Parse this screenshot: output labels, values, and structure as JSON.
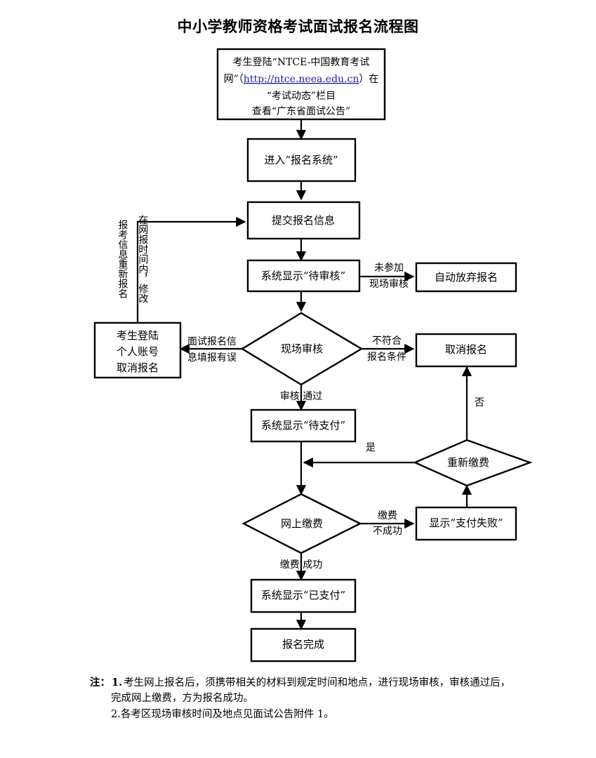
{
  "title": "中小学教师资格考试面试报名流程图",
  "nodes": {
    "login_site": {
      "line1_a": "考生登陆“NTCE-中国教育考试",
      "line2_a": "网”（",
      "line2_link": "http://ntce.neea.edu.cn",
      "line2_b": "）在",
      "line3": "“考试动态”栏目",
      "line4": "查看“广东省面试公告”"
    },
    "enter_system": "进入“报名系统”",
    "submit_info": "提交报名信息",
    "pending_review": "系统显示“待审核”",
    "auto_abandon": "自动放弃报名",
    "onsite_review": "现场审核",
    "cancel_by_candidate_l1": "考生登陆",
    "cancel_by_candidate_l2": "个人账号",
    "cancel_by_candidate_l3": "取消报名",
    "cancel_registration": "取消报名",
    "pending_payment": "系统显示“待支付”",
    "repay": "重新缴费",
    "online_payment": "网上缴费",
    "payment_failed": "显示“支付失败”",
    "paid": "系统显示“已支付”",
    "done": "报名完成"
  },
  "edge_labels": {
    "not_attend_l1": "未参加",
    "not_attend_l2": "现场审核",
    "info_error_l1": "面试报名信",
    "info_error_l2": "息填报有误",
    "not_qualified_l1": "不符合",
    "not_qualified_l2": "报名条件",
    "review_passed": "审核 通过",
    "yes": "是",
    "no": "否",
    "pay_fail_l1": "缴费",
    "pay_fail_l2": "不成功",
    "pay_success": "缴费 成功",
    "loop_left_vertical": "报考信息重新报名",
    "loop_right_vertical": "在网报时间内，修改"
  },
  "notes": {
    "label": "注：",
    "item1_number": "1.",
    "item1_line1": "考生网上报名后，须携带相关的材料到规定时间和地点，进行现场审核，审核通过后，",
    "item1_line2": "完成网上缴费，方为报名成功。",
    "item2_number": "2.",
    "item2_line1": "各考区现场审核时间及地点见面试公告附件 1。"
  },
  "colors": {
    "stroke": "#000000",
    "fill": "#ffffff",
    "link": "#2222aa"
  },
  "flow_structure": {
    "type": "flowchart",
    "direction": "top-to-bottom",
    "steps": [
      "登陆NTCE中国教育考试网查看广东省面试公告",
      "进入报名系统",
      "提交报名信息",
      "系统显示待审核",
      "现场审核",
      "系统显示待支付",
      "网上缴费",
      "系统显示已支付",
      "报名完成"
    ]
  }
}
